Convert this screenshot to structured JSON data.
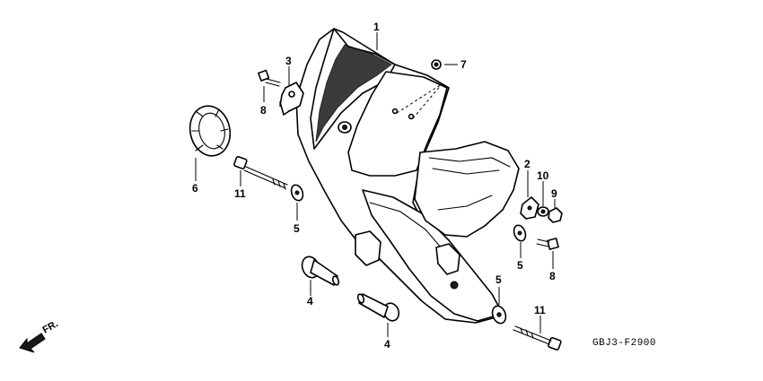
{
  "diagram_code": "GBJ3-F2900",
  "direction_label": "FR.",
  "callouts": [
    {
      "id": "c1",
      "label": "1"
    },
    {
      "id": "c2",
      "label": "2"
    },
    {
      "id": "c3",
      "label": "3"
    },
    {
      "id": "c4a",
      "label": "4"
    },
    {
      "id": "c4b",
      "label": "4"
    },
    {
      "id": "c5a",
      "label": "5"
    },
    {
      "id": "c5b",
      "label": "5"
    },
    {
      "id": "c5c",
      "label": "5"
    },
    {
      "id": "c6",
      "label": "6"
    },
    {
      "id": "c7",
      "label": "7"
    },
    {
      "id": "c8a",
      "label": "8"
    },
    {
      "id": "c8b",
      "label": "8"
    },
    {
      "id": "c9",
      "label": "9"
    },
    {
      "id": "c10",
      "label": "10"
    },
    {
      "id": "c11a",
      "label": "11"
    },
    {
      "id": "c11b",
      "label": "11"
    }
  ]
}
